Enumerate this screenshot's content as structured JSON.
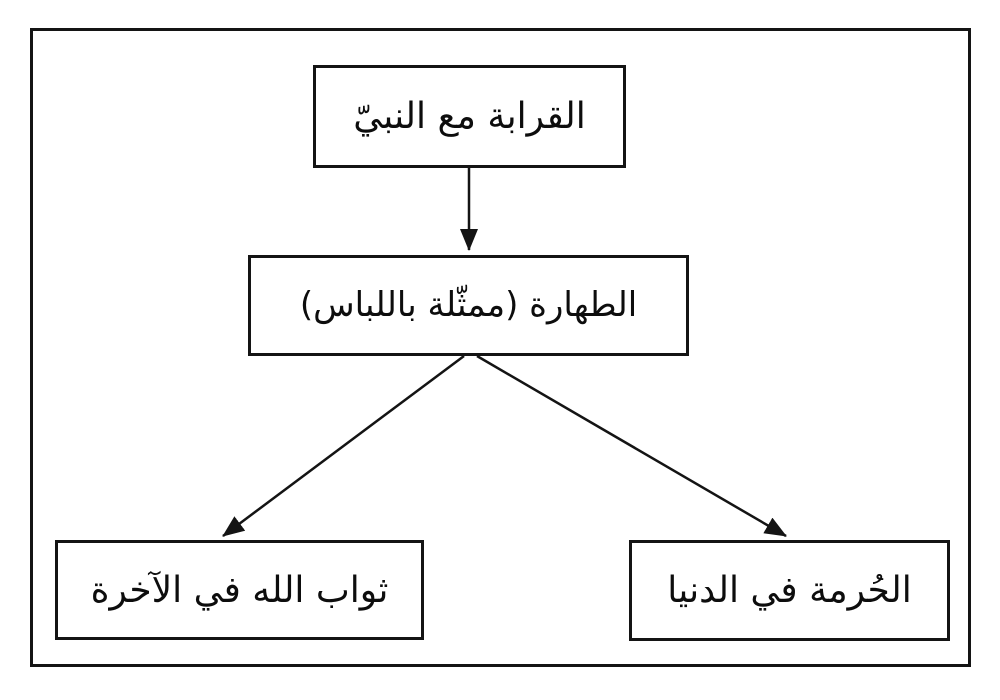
{
  "diagram": {
    "kind": "flowchart",
    "colors": {
      "line": "#141414",
      "background": "#ffffff",
      "text": "#0d0d0d"
    },
    "nodes": [
      {
        "id": "kinship",
        "label": "القرابة مع النبيّ"
      },
      {
        "id": "purity",
        "label": "الطهارة (ممثّلة باللباس)"
      },
      {
        "id": "reward",
        "label": "ثواب الله في الآخرة"
      },
      {
        "id": "sanctity",
        "label": "الحُرمة في الدنيا"
      }
    ],
    "edges": [
      {
        "from": "kinship",
        "to": "purity"
      },
      {
        "from": "purity",
        "to": "reward"
      },
      {
        "from": "purity",
        "to": "sanctity"
      }
    ]
  }
}
